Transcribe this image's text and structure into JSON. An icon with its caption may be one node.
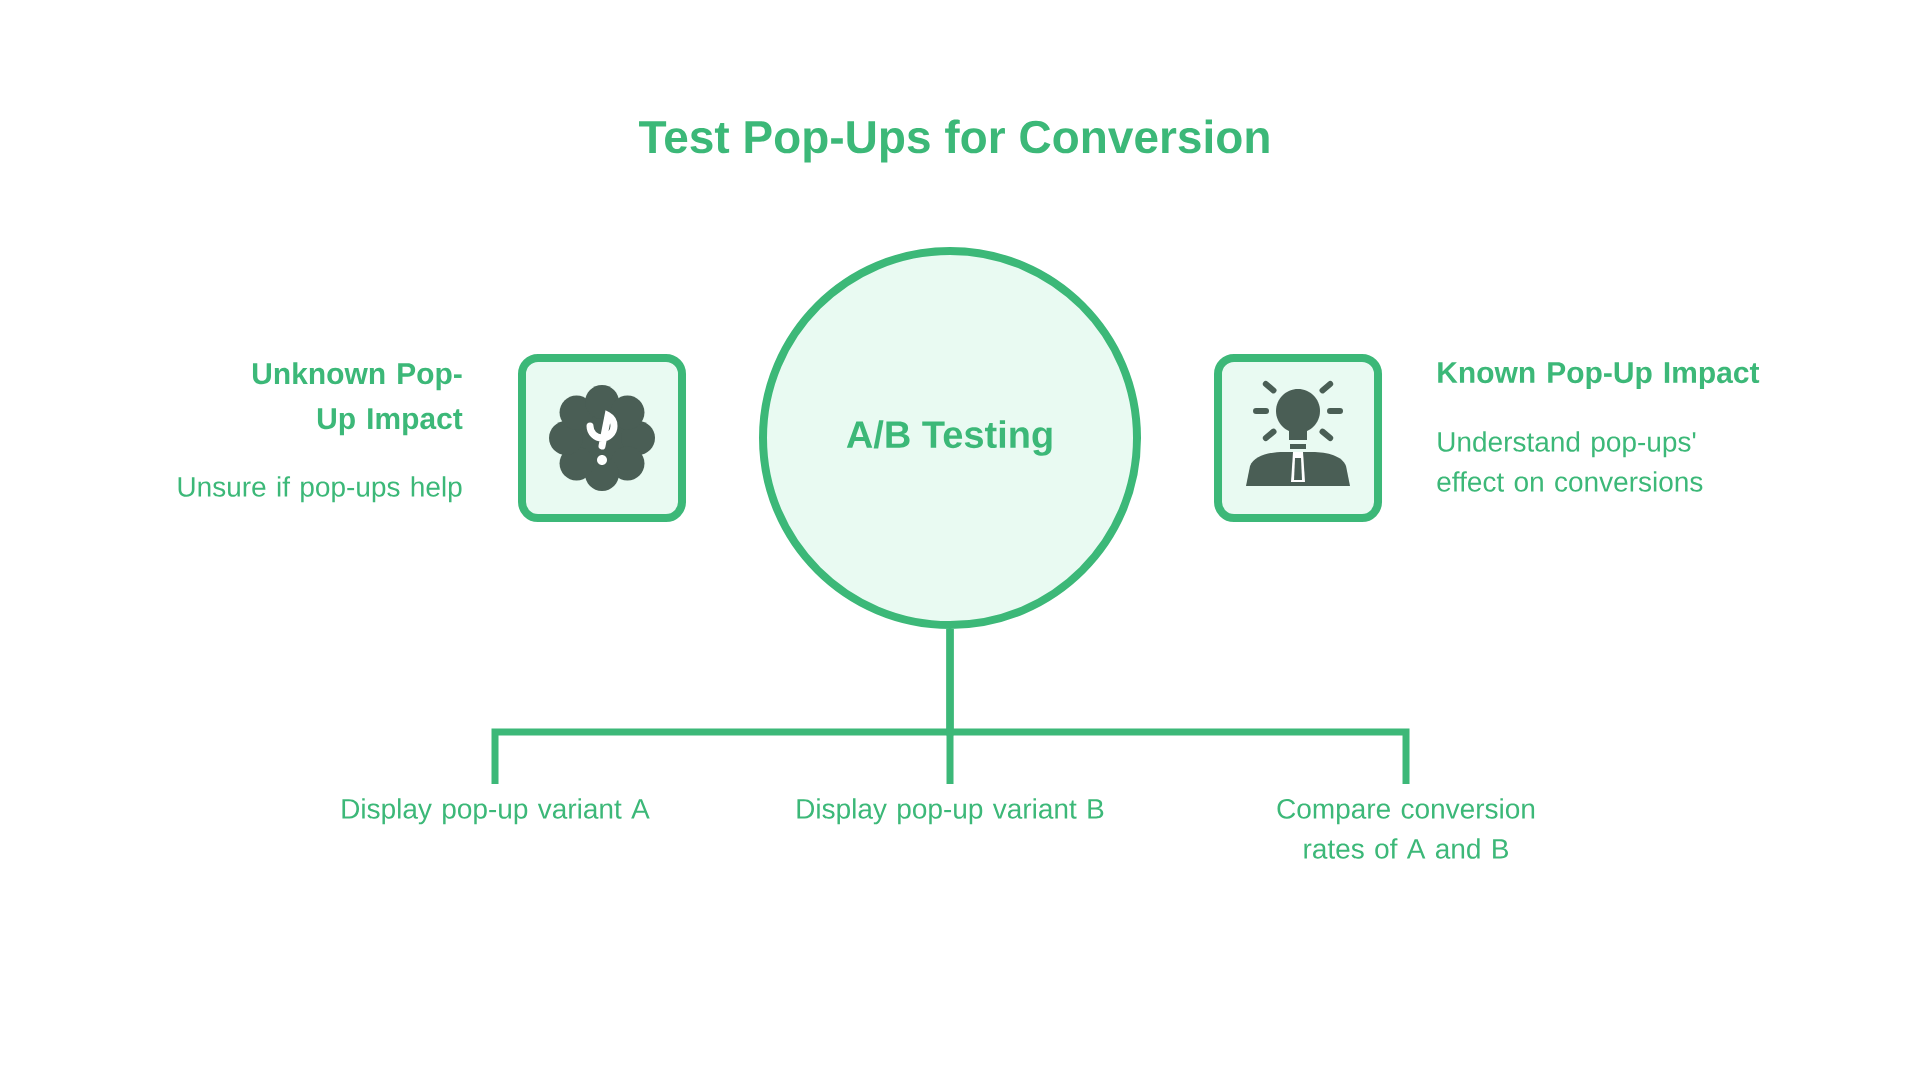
{
  "diagram": {
    "title": "Test Pop-Ups for Conversion",
    "nodes": [
      {
        "text": [
          "A/B Testing"
        ]
      },
      {
        "text": [],
        "shape": "box",
        "beside": [
          "Unknown Pop-Up Impact",
          "Unsure if pop-ups help"
        ]
      },
      {
        "text": [],
        "shape": "box",
        "beside": [
          "Known Pop-Up Impact",
          "Understand pop-ups' effect on conversions"
        ]
      },
      {
        "text": [
          "Display pop-up variant A"
        ]
      },
      {
        "text": [
          "Display pop-up variant B"
        ]
      },
      {
        "text": [
          "Compare conversion rates of A and B"
        ]
      }
    ],
    "edges": [
      {
        "from": 0,
        "to": 3,
        "arrow": "none"
      },
      {
        "from": 0,
        "to": 4,
        "arrow": "none"
      },
      {
        "from": 0,
        "to": 5,
        "arrow": "none"
      }
    ]
  }
}
